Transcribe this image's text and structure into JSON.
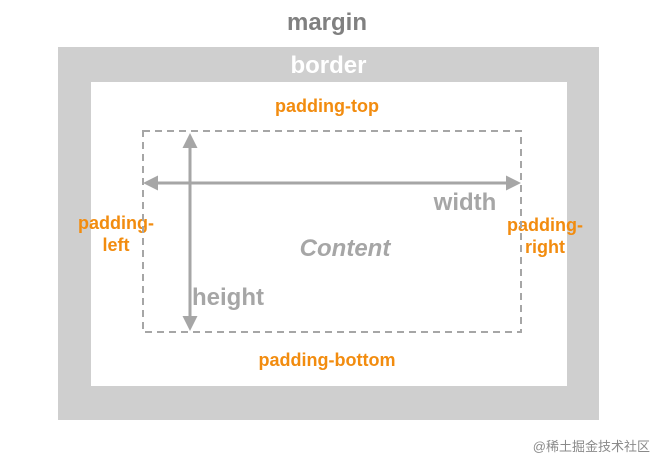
{
  "labels": {
    "margin": "margin",
    "border": "border",
    "padding_top": "padding-top",
    "padding_bottom": "padding-bottom",
    "padding_left_line1": "padding-",
    "padding_left_line2": "left",
    "padding_right_line1": "padding-",
    "padding_right_line2": "right",
    "content": "Content",
    "width": "width",
    "height": "height"
  },
  "watermark": "@稀土掘金技术社区",
  "colors": {
    "border_fill": "#cfcfcf",
    "label_gray": "#808080",
    "padding_label": "#f28c0f",
    "arrow": "#a6a6a6",
    "dashed_outline": "#a6a6a6"
  }
}
